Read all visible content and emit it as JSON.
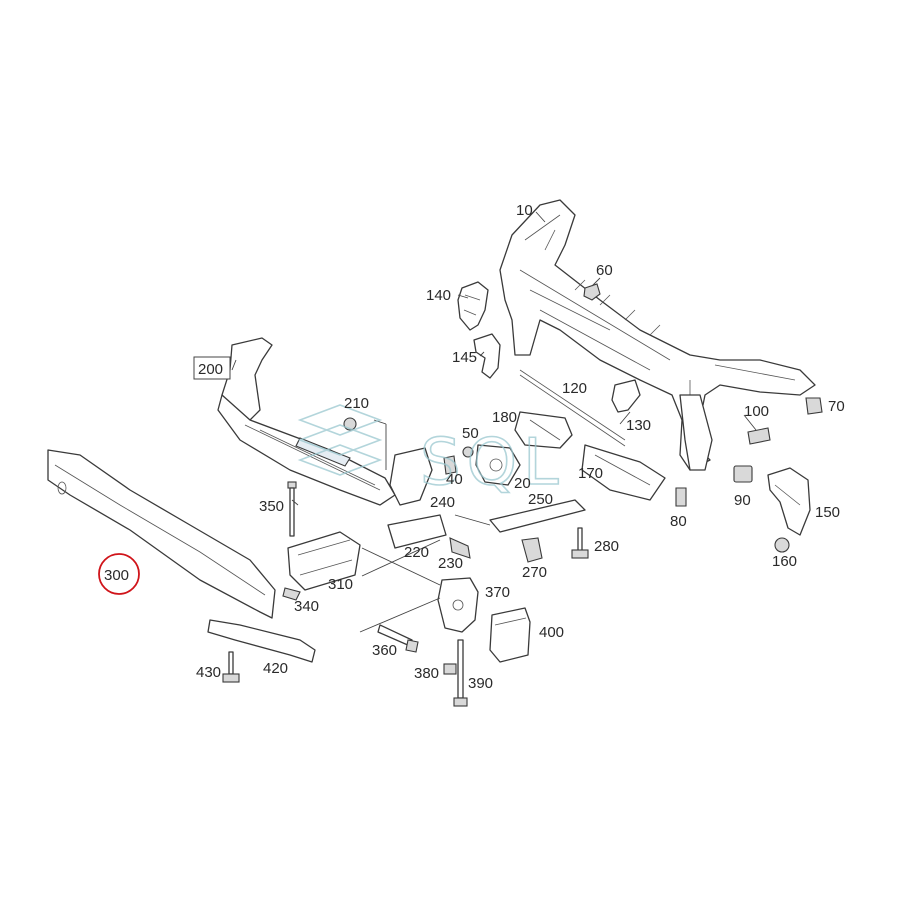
{
  "diagram": {
    "watermark": "SQL",
    "highlighted_part": "300",
    "callouts": [
      {
        "id": "c10",
        "label": "10"
      },
      {
        "id": "c60",
        "label": "60"
      },
      {
        "id": "c140",
        "label": "140"
      },
      {
        "id": "c145",
        "label": "145"
      },
      {
        "id": "c200",
        "label": "200"
      },
      {
        "id": "c120",
        "label": "120"
      },
      {
        "id": "c210",
        "label": "210"
      },
      {
        "id": "c180",
        "label": "180"
      },
      {
        "id": "c50",
        "label": "50"
      },
      {
        "id": "c130",
        "label": "130"
      },
      {
        "id": "c100",
        "label": "100"
      },
      {
        "id": "c70",
        "label": "70"
      },
      {
        "id": "c40",
        "label": "40"
      },
      {
        "id": "c20",
        "label": "20"
      },
      {
        "id": "c240",
        "label": "240"
      },
      {
        "id": "c170",
        "label": "170"
      },
      {
        "id": "c350",
        "label": "350"
      },
      {
        "id": "c250",
        "label": "250"
      },
      {
        "id": "c90",
        "label": "90"
      },
      {
        "id": "c150",
        "label": "150"
      },
      {
        "id": "c80",
        "label": "80"
      },
      {
        "id": "c220",
        "label": "220"
      },
      {
        "id": "c280",
        "label": "280"
      },
      {
        "id": "c230",
        "label": "230"
      },
      {
        "id": "c160",
        "label": "160"
      },
      {
        "id": "c300",
        "label": "300"
      },
      {
        "id": "c270",
        "label": "270"
      },
      {
        "id": "c310",
        "label": "310"
      },
      {
        "id": "c370",
        "label": "370"
      },
      {
        "id": "c340",
        "label": "340"
      },
      {
        "id": "c400",
        "label": "400"
      },
      {
        "id": "c360",
        "label": "360"
      },
      {
        "id": "c430",
        "label": "430"
      },
      {
        "id": "c420",
        "label": "420"
      },
      {
        "id": "c380",
        "label": "380"
      },
      {
        "id": "c390",
        "label": "390"
      }
    ]
  }
}
